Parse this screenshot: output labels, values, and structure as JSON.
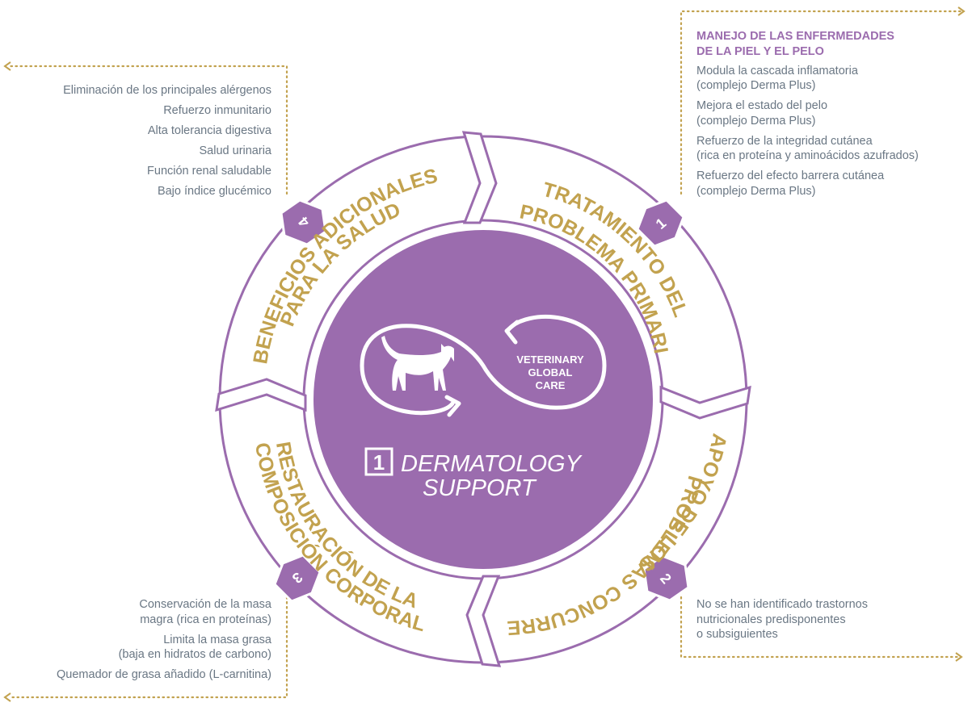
{
  "center": {
    "badge": "1",
    "title_line1": "DERMATOLOGY",
    "title_line2": "SUPPORT",
    "emblem_line1": "VETERINARY",
    "emblem_line2": "GLOBAL",
    "emblem_line3": "CARE"
  },
  "segments": [
    {
      "number": "1",
      "line1": "TRATAMIENTO DEL",
      "line2": "PROBLEMA PRIMARIO"
    },
    {
      "number": "2",
      "line1": "APOYO DE LOS",
      "line2": "PROBLEMAS CONCURRENTES"
    },
    {
      "number": "3",
      "line1": "RESTAURACIÓN DE LA",
      "line2": "COMPOSICIÓN CORPORAL"
    },
    {
      "number": "4",
      "line1": "BENEFICIOS ADICIONALES",
      "line2": "PARA LA SALUD"
    }
  ],
  "panel_top_right": {
    "title1": "MANEJO DE LAS ENFERMEDADES",
    "title2": "DE LA PIEL Y EL PELO",
    "lines": [
      "Modula la cascada inflamatoria",
      "(complejo Derma Plus)",
      "Mejora el estado del pelo",
      "(complejo Derma Plus)",
      "Refuerzo de la integridad cutánea",
      "(rica en proteína y aminoácidos azufrados)",
      "Refuerzo del efecto barrera cutánea",
      "(complejo Derma Plus)"
    ]
  },
  "panel_top_left": {
    "lines": [
      "Eliminación de los principales alérgenos",
      "Refuerzo inmunitario",
      "Alta tolerancia digestiva",
      "Salud urinaria",
      "Función renal saludable",
      "Bajo índice glucémico"
    ]
  },
  "panel_bottom_left": {
    "lines": [
      "Conservación de la masa",
      "magra (rica en proteínas)",
      "Limita la masa grasa",
      "(baja en hidratos de carbono)",
      "Quemador de grasa añadido (L-carnitina)"
    ]
  },
  "panel_bottom_right": {
    "lines": [
      "No se han identificado trastornos",
      "nutricionales predisponentes",
      "o subsiguientes"
    ]
  },
  "colors": {
    "purple": "#9b6cae",
    "gold": "#c2a24f",
    "text": "#6a7784"
  }
}
